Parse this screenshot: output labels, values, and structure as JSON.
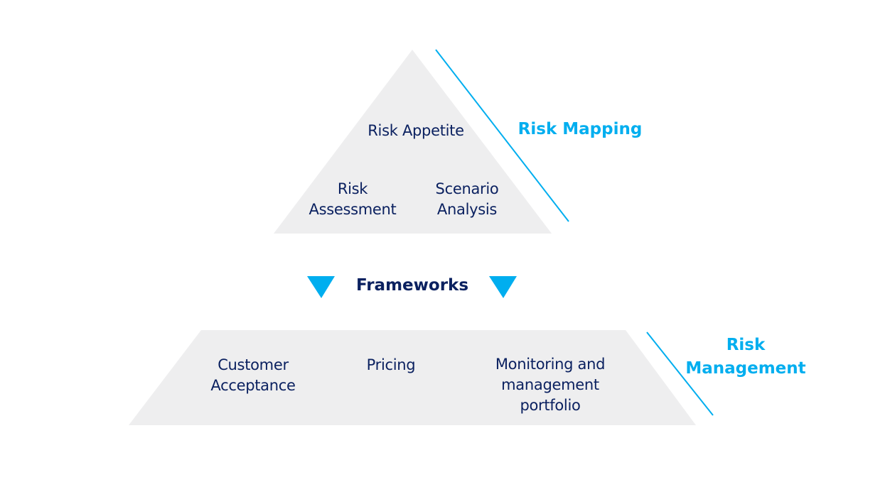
{
  "colors": {
    "shape_fill": "#eeeeef",
    "accent": "#00aeef",
    "text": "#0b2160"
  },
  "top_tier": {
    "apex_label": "Risk Appetite",
    "left_label": "Risk\nAssessment",
    "right_label": "Scenario\nAnalysis",
    "side_label": "Risk Mapping"
  },
  "middle": {
    "label": "Frameworks",
    "arrow_icon": "triangle-down-icon"
  },
  "bottom_tier": {
    "items": [
      "Customer\nAcceptance",
      "Pricing",
      "Monitoring and\nmanagement\nportfolio"
    ],
    "side_label": "Risk\nManagement"
  }
}
